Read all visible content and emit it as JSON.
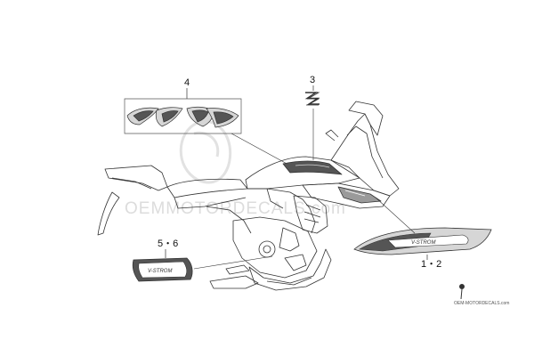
{
  "diagram": {
    "callouts": [
      {
        "id": "part-4",
        "label": "4"
      },
      {
        "id": "part-3",
        "label": "3"
      },
      {
        "id": "part-5-6",
        "label": "5・6"
      },
      {
        "id": "part-1-2",
        "label": "1・2"
      }
    ],
    "decal_lettering": "V-STROM",
    "watermark": {
      "text": "OEMMOTORDECALS.com",
      "small_text": "OEM-MOTORDECALS.com"
    },
    "colors": {
      "line": "#333333",
      "decal_dark": "#555555",
      "decal_mid": "#9a9a9a",
      "decal_light": "#d6d6d6",
      "watermark": "#dcdcdc"
    }
  }
}
